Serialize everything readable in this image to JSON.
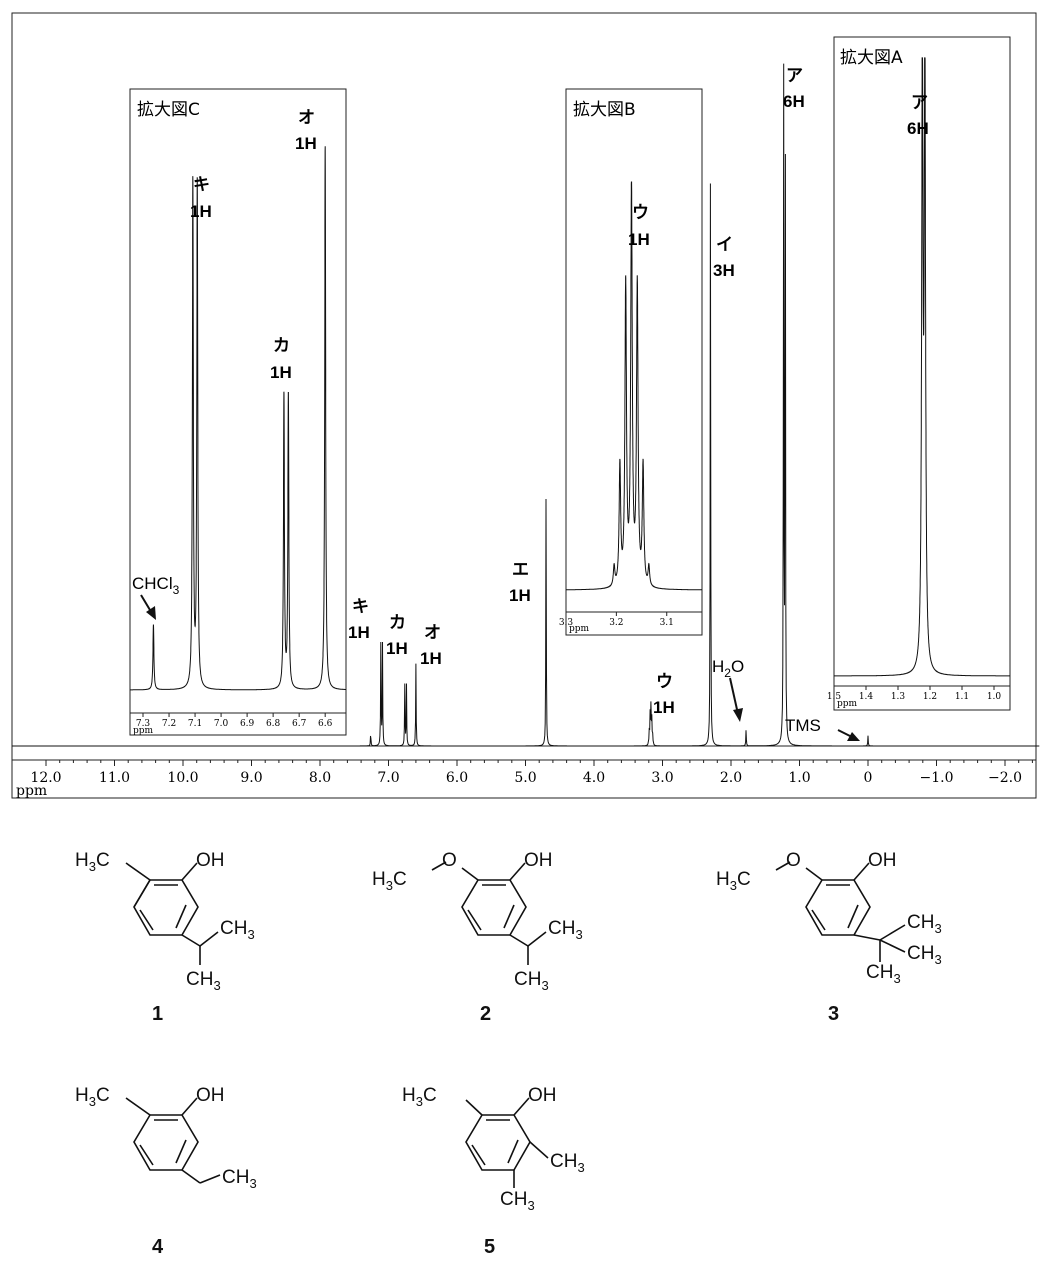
{
  "chart_data": {
    "type": "line",
    "title": "",
    "xlabel": "ppm",
    "ylabel": "",
    "x_axis": {
      "range": [
        12.5,
        -2.5
      ],
      "reversed": true,
      "ticks": [
        "12.0",
        "11.0",
        "10.0",
        "9.0",
        "8.0",
        "7.0",
        "6.0",
        "5.0",
        "4.0",
        "3.0",
        "2.0",
        "1.0",
        "0",
        "−1.0",
        "−2.0"
      ],
      "tick_values": [
        12,
        11,
        10,
        9,
        8,
        7,
        6,
        5,
        4,
        3,
        2,
        1,
        0,
        -1,
        -2
      ],
      "unit": "ppm"
    },
    "grid": false,
    "peaks": [
      {
        "id": "a",
        "label": "ア",
        "integral": "6H",
        "shift": 1.22,
        "multiplicity": "doublet",
        "rel_height": 1.0
      },
      {
        "id": "i",
        "label": "イ",
        "integral": "3H",
        "shift": 2.3,
        "multiplicity": "singlet",
        "rel_height": 0.82
      },
      {
        "id": "u",
        "label": "ウ",
        "integral": "1H",
        "shift": 3.17,
        "multiplicity": "septet",
        "rel_height": 0.06
      },
      {
        "id": "e",
        "label": "エ",
        "integral": "1H",
        "shift": 4.7,
        "multiplicity": "singlet",
        "rel_height": 0.36
      },
      {
        "id": "o",
        "label": "オ",
        "integral": "1H",
        "shift": 6.6,
        "multiplicity": "singlet",
        "rel_height": 0.12
      },
      {
        "id": "ka",
        "label": "カ",
        "integral": "1H",
        "shift": 6.75,
        "multiplicity": "doublet",
        "rel_height": 0.09
      },
      {
        "id": "ki",
        "label": "キ",
        "integral": "1H",
        "shift": 7.1,
        "multiplicity": "doublet",
        "rel_height": 0.15
      },
      {
        "id": "chcl3",
        "label": "CHCl3",
        "shift": 7.26,
        "multiplicity": "singlet",
        "rel_height": 0.02
      },
      {
        "id": "h2o",
        "label": "H2O",
        "shift": 1.78,
        "multiplicity": "singlet",
        "rel_height": 0.025
      },
      {
        "id": "tms",
        "label": "TMS",
        "shift": 0.0,
        "multiplicity": "singlet",
        "rel_height": 0.015
      }
    ],
    "insets": [
      {
        "id": "A",
        "title": "拡大図A",
        "range": [
          1.5,
          0.95
        ],
        "ticks": [
          "1.5",
          "1.4",
          "1.3",
          "1.2",
          "1.1",
          "1.0"
        ],
        "tick_values": [
          1.5,
          1.4,
          1.3,
          1.2,
          1.1,
          1.0
        ],
        "xlabel": "ppm",
        "labels": [
          {
            "text": "ア",
            "sub": "6H",
            "shift": 1.22
          }
        ]
      },
      {
        "id": "B",
        "title": "拡大図B",
        "range": [
          3.3,
          3.03
        ],
        "ticks": [
          "3.3",
          "3.2",
          "3.1"
        ],
        "tick_values": [
          3.3,
          3.2,
          3.1
        ],
        "xlabel": "ppm",
        "labels": [
          {
            "text": "ウ",
            "sub": "1H",
            "shift": 3.17
          }
        ]
      },
      {
        "id": "C",
        "title": "拡大図C",
        "range": [
          7.35,
          6.52
        ],
        "ticks": [
          "7.3",
          "7.2",
          "7.1",
          "7.0",
          "6.9",
          "6.8",
          "6.7",
          "6.6"
        ],
        "tick_values": [
          7.3,
          7.2,
          7.1,
          7.0,
          6.9,
          6.8,
          6.7,
          6.6
        ],
        "xlabel": "ppm",
        "labels": [
          {
            "text": "キ",
            "sub": "1H",
            "shift": 7.1
          },
          {
            "text": "カ",
            "sub": "1H",
            "shift": 6.75
          },
          {
            "text": "オ",
            "sub": "1H",
            "shift": 6.6
          },
          {
            "text": "CHCl3",
            "sub": "",
            "shift": 7.26
          }
        ]
      }
    ]
  },
  "structures": [
    {
      "number": "1",
      "subs": {
        "top_left": "H3C",
        "oh": "OH",
        "ch3_a": "CH3",
        "ch3_b": "CH3"
      }
    },
    {
      "number": "2",
      "subs": {
        "top_left": "H3C",
        "o": "O",
        "oh": "OH",
        "ch3_a": "CH3",
        "ch3_b": "CH3"
      }
    },
    {
      "number": "3",
      "subs": {
        "top_left": "H3C",
        "o": "O",
        "oh": "OH",
        "ch3_a": "CH3",
        "ch3_b": "CH3",
        "ch3_c": "CH3"
      }
    },
    {
      "number": "4",
      "subs": {
        "top_left": "H3C",
        "oh": "OH",
        "ch3_a": "CH3"
      }
    },
    {
      "number": "5",
      "subs": {
        "top_left": "H3C",
        "oh": "OH",
        "ch3_a": "CH3",
        "ch3_b": "CH3"
      }
    }
  ]
}
